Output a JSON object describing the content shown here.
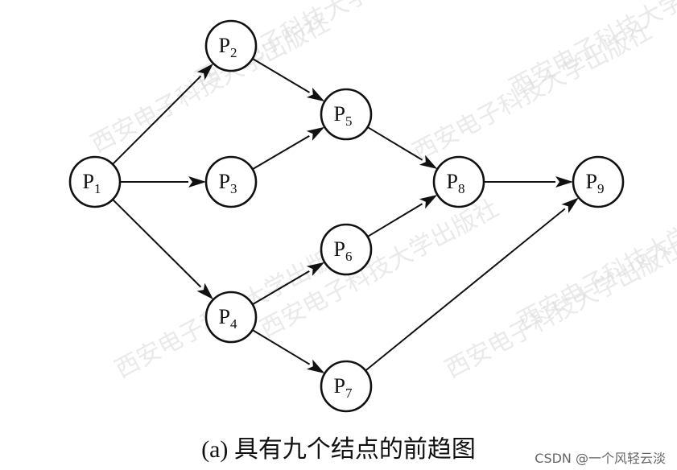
{
  "nodes": [
    {
      "id": "P1",
      "base": "P",
      "sub": "1"
    },
    {
      "id": "P2",
      "base": "P",
      "sub": "2"
    },
    {
      "id": "P3",
      "base": "P",
      "sub": "3"
    },
    {
      "id": "P4",
      "base": "P",
      "sub": "4"
    },
    {
      "id": "P5",
      "base": "P",
      "sub": "5"
    },
    {
      "id": "P6",
      "base": "P",
      "sub": "6"
    },
    {
      "id": "P7",
      "base": "P",
      "sub": "7"
    },
    {
      "id": "P8",
      "base": "P",
      "sub": "8"
    },
    {
      "id": "P9",
      "base": "P",
      "sub": "9"
    }
  ],
  "edges": [
    {
      "from": "P1",
      "to": "P2"
    },
    {
      "from": "P1",
      "to": "P3"
    },
    {
      "from": "P1",
      "to": "P4"
    },
    {
      "from": "P2",
      "to": "P5"
    },
    {
      "from": "P3",
      "to": "P5"
    },
    {
      "from": "P4",
      "to": "P6"
    },
    {
      "from": "P4",
      "to": "P7"
    },
    {
      "from": "P5",
      "to": "P8"
    },
    {
      "from": "P6",
      "to": "P8"
    },
    {
      "from": "P8",
      "to": "P9"
    },
    {
      "from": "P7",
      "to": "P9"
    }
  ],
  "caption": "(a) 具有九个结点的前趋图",
  "watermark_text": "西安电子科技大学出版社",
  "credit": "CSDN @一个风轻云淡"
}
